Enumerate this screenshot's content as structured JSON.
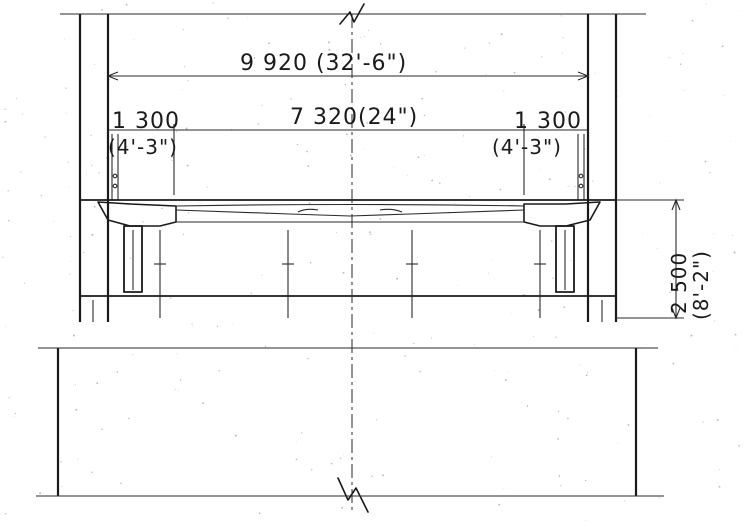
{
  "dimensions": {
    "overall_width": "9 920 (32'-6\")",
    "roadway_width": "7 320(24\")",
    "left_sidewalk_metric": "1 300",
    "left_sidewalk_imperial": "(4'-3\")",
    "right_sidewalk_metric": "1 300",
    "right_sidewalk_imperial": "(4'-3\")",
    "depth_metric": "2 500",
    "depth_imperial": "(8'-2\")"
  },
  "colors": {
    "ink": "#1a1a1a",
    "paper": "#ffffff"
  }
}
